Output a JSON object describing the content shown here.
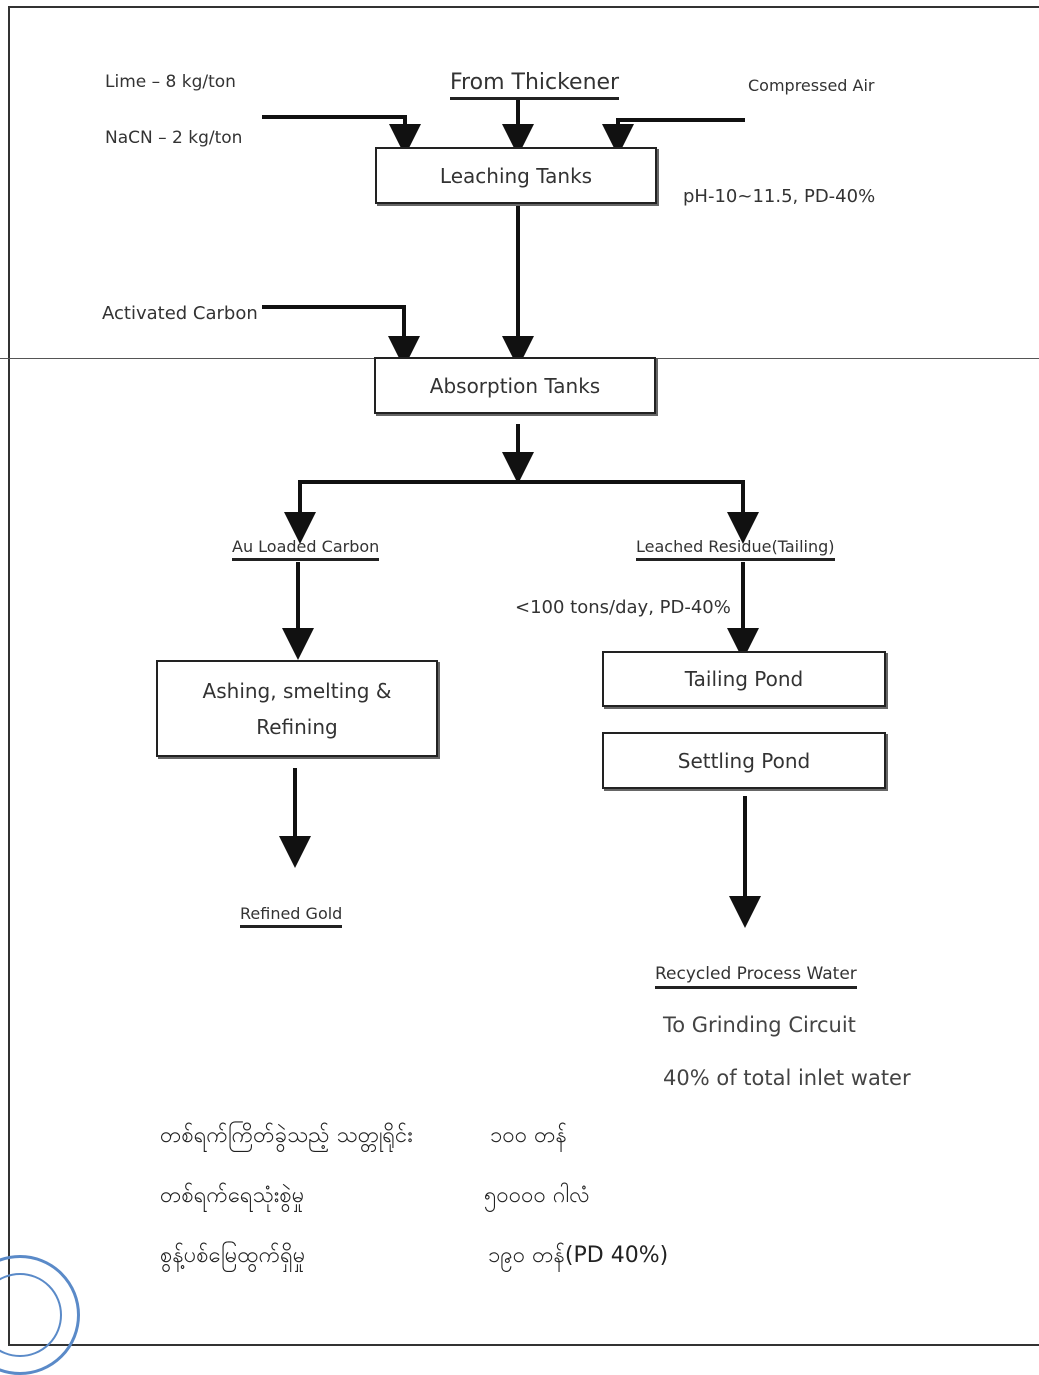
{
  "inputs": {
    "lime": "Lime – 8 kg/ton",
    "nacn": "NaCN – 2 kg/ton",
    "from_thickener": "From Thickener",
    "compressed_air": "Compressed Air",
    "activated_carbon": "Activated Carbon"
  },
  "boxes": {
    "leaching": "Leaching Tanks",
    "absorption": "Absorption Tanks",
    "ashing": "Ashing, smelting & Refining",
    "tailing_pond": "Tailing Pond",
    "settling_pond": "Settling Pond"
  },
  "notes": {
    "leaching_conditions": "pH-10~11.5, PD-40%",
    "tailing_rate": "<100 tons/day, PD-40%"
  },
  "outputs": {
    "au_loaded_carbon": "Au Loaded Carbon",
    "leached_residue": "Leached Residue(Tailing)",
    "refined_gold": "Refined Gold",
    "recycled_water": "Recycled Process Water",
    "to_grinding": "To Grinding Circuit",
    "inlet_water": "40% of total inlet water"
  },
  "summary": [
    {
      "label": "တစ်ရက်ကြိတ်ခွဲသည့် သတ္တုရိုင်း",
      "value": "၁၀၀ တန်"
    },
    {
      "label": "တစ်ရက်ရေသုံးစွဲမှု",
      "value": "၅၀၀၀၀ ဂါလံ"
    },
    {
      "label": "စွန့်ပစ်မြေထွက်ရှိမှု",
      "value": "၁၉၀ တန်(PD 40%)"
    }
  ],
  "colors": {
    "line": "#111111",
    "seal": "#5a8ac8"
  }
}
